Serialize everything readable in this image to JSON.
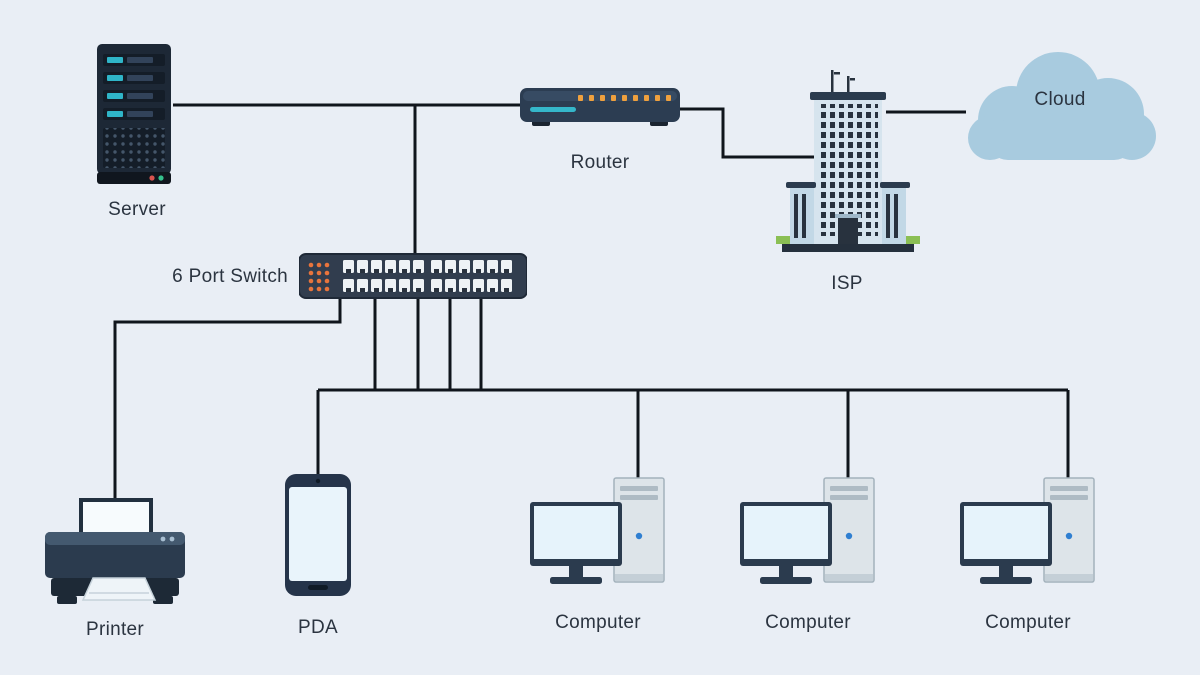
{
  "nodes": {
    "server": {
      "label": "Server"
    },
    "router": {
      "label": "Router"
    },
    "isp": {
      "label": "ISP"
    },
    "cloud": {
      "label": "Cloud"
    },
    "switch": {
      "label": "6 Port Switch"
    },
    "printer": {
      "label": "Printer"
    },
    "pda": {
      "label": "PDA"
    },
    "computer1": {
      "label": "Computer"
    },
    "computer2": {
      "label": "Computer"
    },
    "computer3": {
      "label": "Computer"
    }
  },
  "edges": [
    {
      "from": "server",
      "to": "router"
    },
    {
      "from": "server-router-link",
      "to": "switch"
    },
    {
      "from": "router",
      "to": "isp"
    },
    {
      "from": "isp",
      "to": "cloud"
    },
    {
      "from": "switch",
      "to": "printer"
    },
    {
      "from": "switch",
      "to": "pda"
    },
    {
      "from": "switch",
      "to": "computer1"
    },
    {
      "from": "switch",
      "to": "computer2"
    },
    {
      "from": "switch",
      "to": "computer3"
    }
  ],
  "colors": {
    "background": "#e9eef5",
    "line": "#10151c",
    "device_dark": "#2b3b4e",
    "accent_teal": "#35b7ca",
    "led_orange": "#ef9a3c",
    "cloud_fill": "#a8cbdf",
    "screen_light": "#e6f3fb",
    "label_text": "#2b3440"
  }
}
